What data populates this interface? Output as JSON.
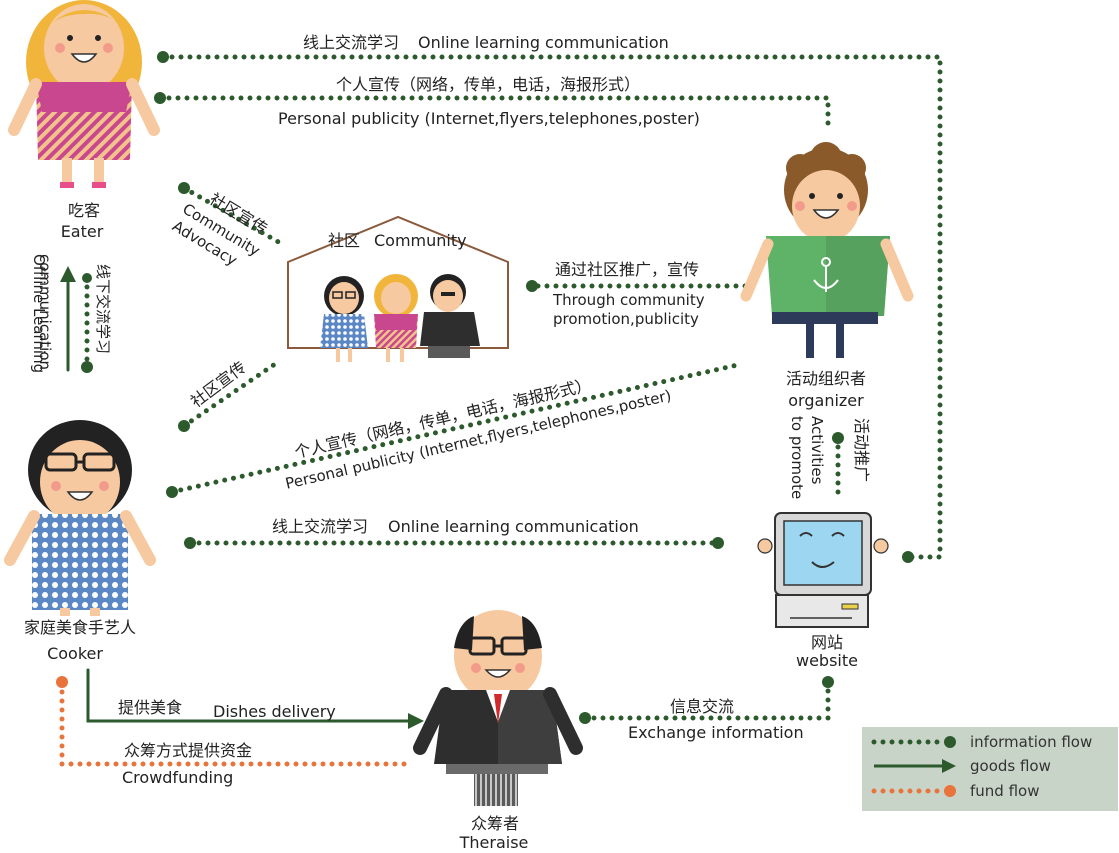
{
  "nodes": {
    "eater": {
      "cn": "吃客",
      "en": "Eater"
    },
    "community": {
      "cn": "社区",
      "en": "Community"
    },
    "organizer": {
      "cn": "活动组织者",
      "en": "organizer"
    },
    "cooker": {
      "cn": "家庭美食手艺人",
      "en": "Cooker"
    },
    "website": {
      "cn": "网站",
      "en": "website"
    },
    "raiser": {
      "cn": "众筹者",
      "en": "Theraise"
    }
  },
  "flows": {
    "top_online_cn": "线上交流学习",
    "top_online_en": "Online learning communication",
    "top_personal_cn": "个人宣传（网络，传单，电话，海报形式）",
    "top_personal_en": "Personal publicity (Internet,flyers,telephones,poster)",
    "advocacy_cn": "社区宣传",
    "advocacy_en1": "Community",
    "advocacy_en2": "Advocacy",
    "offline_cn": "线下交流学习",
    "offline_en1": "Offline Learning",
    "offline_en2": "communication",
    "via_community_cn": "通过社区推广，宣传",
    "via_community_en1": "Through community",
    "via_community_en2": "promotion,publicity",
    "community_adv_cn": "社区宣传",
    "diag_personal_cn": "个人宣传（网络，传单，电话，海报形式）",
    "diag_personal_en": "Personal publicity (Internet,flyers,telephones,poster)",
    "activities_cn": "活动推广",
    "activities_en1": "Activities",
    "activities_en2": "to promote",
    "mid_online_cn": "线上交流学习",
    "mid_online_en": "Online learning communication",
    "dishes_cn": "提供美食",
    "dishes_en": "Dishes delivery",
    "crowd_cn": "众筹方式提供资金",
    "crowd_en": "Crowdfunding",
    "exchange_cn": "信息交流",
    "exchange_en": "Exchange information"
  },
  "legend": {
    "info": "information flow",
    "goods": "goods flow",
    "fund": "fund flow"
  },
  "colors": {
    "info": "#2d5a2d",
    "goods": "#2d5a2d",
    "fund": "#e8743b",
    "legend_bg": "#c9d4c9"
  }
}
